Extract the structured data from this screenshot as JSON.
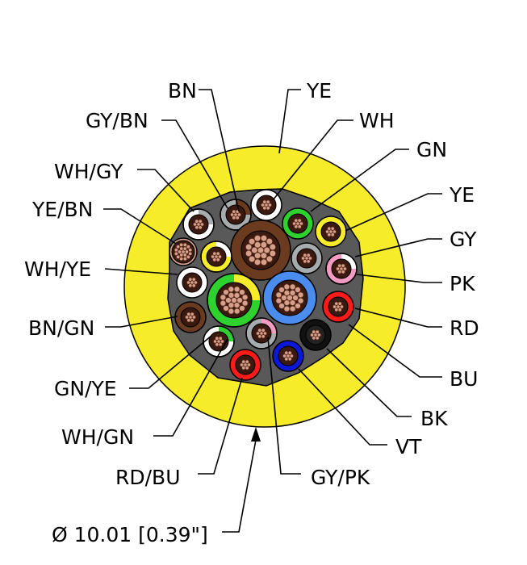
{
  "diagram": {
    "jacket": {
      "color": "#f7ec2a"
    },
    "filler": {
      "color": "#595959"
    },
    "labels": {
      "BN": "BN",
      "YE_top": "YE",
      "WH": "WH",
      "GY_BN": "GY/BN",
      "GN": "GN",
      "WH_GY": "WH/GY",
      "YE_right": "YE",
      "YE_BN": "YE/BN",
      "GY": "GY",
      "WH_YE": "WH/YE",
      "PK": "PK",
      "BN_GN": "BN/GN",
      "RD": "RD",
      "BU": "BU",
      "GN_YE": "GN/YE",
      "BK": "BK",
      "WH_GN": "WH/GN",
      "VT": "VT",
      "RD_BU": "RD/BU",
      "GY_PK": "GY/PK",
      "diameter": "Ø 10.01 [0.39\"]"
    },
    "colors": {
      "yellow": "#f7ec2a",
      "white": "#ffffff",
      "brown": "#6b3b1f",
      "grey": "#a7adae",
      "green": "#2fd12f",
      "pink": "#f59bc2",
      "red": "#ff1a1a",
      "blue": "#4a8dee",
      "dark_blue": "#0d17d6",
      "black": "#111111",
      "copper": "#d59f8c"
    }
  }
}
